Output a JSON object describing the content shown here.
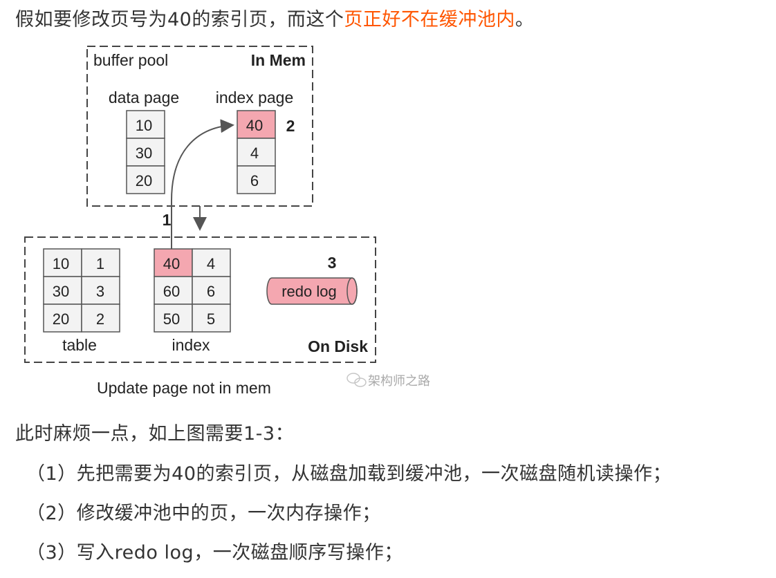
{
  "intro": {
    "prefix": "假如要修改页号为40的索引页，而这个",
    "highlight": "页正好不在缓冲池内",
    "suffix": "。"
  },
  "diagram": {
    "buffer_pool_label": "buffer pool",
    "in_mem_label": "In Mem",
    "data_page_label": "data page",
    "index_page_label": "index page",
    "data_page_values": [
      "10",
      "30",
      "20"
    ],
    "index_page_values": [
      "40",
      "4",
      "6"
    ],
    "step1": "1",
    "step2": "2",
    "step3": "3",
    "table_values": [
      [
        "10",
        "1"
      ],
      [
        "30",
        "3"
      ],
      [
        "20",
        "2"
      ]
    ],
    "table_label": "table",
    "index_values": [
      [
        "40",
        "4"
      ],
      [
        "60",
        "6"
      ],
      [
        "50",
        "5"
      ]
    ],
    "index_label": "index",
    "redo_log_label": "redo log",
    "on_disk_label": "On Disk",
    "caption": "Update  page  not in  mem",
    "watermark": "架构师之路",
    "highlight_color": "#f4a7b0"
  },
  "summary": "此时麻烦一点，如上图需要1-3：",
  "steps": [
    "（1）先把需要为40的索引页，从磁盘加载到缓冲池，一次磁盘随机读操作；",
    "（2）修改缓冲池中的页，一次内存操作；",
    "（3）写入redo log，一次磁盘顺序写操作；"
  ]
}
